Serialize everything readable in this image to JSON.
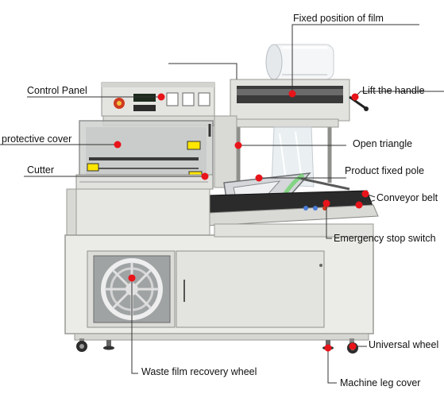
{
  "labels": {
    "fixed_film": "Fixed position of film",
    "control_panel": "Control Panel",
    "lift_handle": "Lift the handle",
    "protective_cover": "protective cover",
    "open_triangle": "Open triangle",
    "cutter": "Cutter",
    "product_pole": "Product fixed pole",
    "conveyor_belt": "Conveyor belt",
    "emergency_stop": "Emergency stop switch",
    "universal_wheel": "Universal wheel",
    "waste_film_wheel": "Waste film recovery wheel",
    "leg_cover": "Machine leg cover"
  },
  "colors": {
    "marker": "#e8141a",
    "leader_line": "#333333",
    "machine_body": "#ebebe7",
    "machine_edge": "#9a9a96",
    "conveyor": "#2a2a2a",
    "hose": "#2f6fd0"
  },
  "icons": [
    "warning-sticker-icon",
    "emergency-stop-icon",
    "caster-wheel-icon"
  ]
}
